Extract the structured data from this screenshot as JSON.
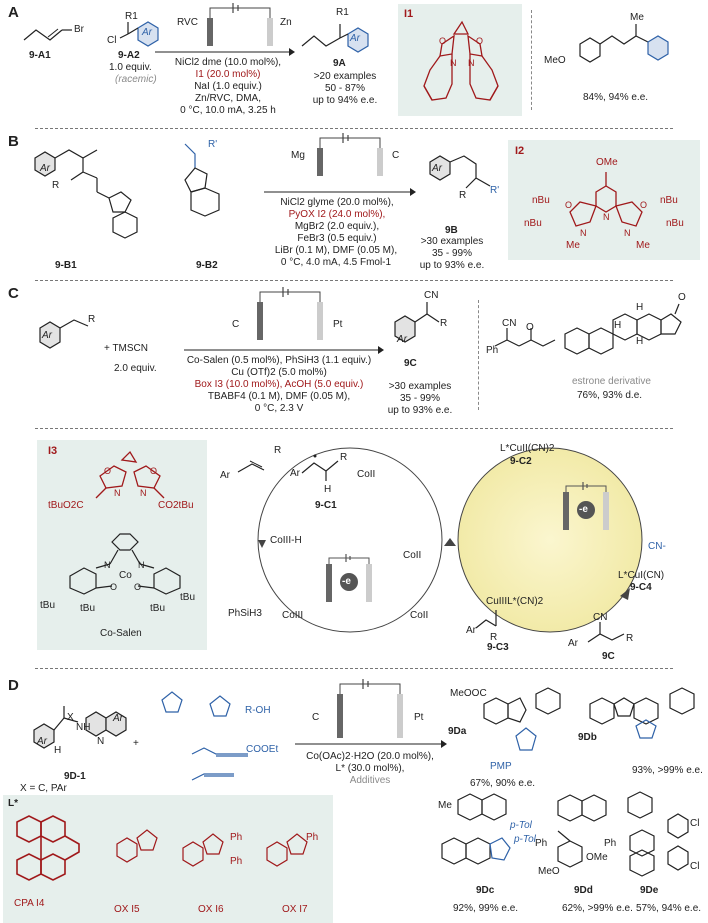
{
  "panels": {
    "a": "A",
    "b": "B",
    "c": "C",
    "d": "D"
  },
  "a": {
    "sm1_label": "9-A1",
    "sm2_label": "9-A2",
    "equiv": "1.0 equiv.",
    "racemic": "(racemic)",
    "anode": "RVC",
    "cathode": "Zn",
    "cond": [
      "NiCl2 dme (10.0 mol%),",
      "I1 (20.0 mol%)",
      "NaI (1.0 equiv.)",
      "Zn/RVC, DMA,",
      "0 °C, 10.0 mA, 3.25 h"
    ],
    "prod_label": "9A",
    "stats": [
      ">20 examples",
      "50 - 87%",
      "up to 94% e.e."
    ],
    "ligand_label": "I1",
    "example_result": "84%, 94% e.e.",
    "sm2_r": "R1",
    "sm2_cl": "Cl",
    "sm1_br": "Br",
    "prod_r": "R1",
    "ar": "Ar",
    "example_me": "Me",
    "example_meo": "MeO"
  },
  "b": {
    "sm1_label": "9-B1",
    "sm2_label": "9-B2",
    "anode": "Mg",
    "cathode": "C",
    "cond": [
      "NiCl2 glyme (20.0 mol%),",
      "PyOX I2 (24.0 mol%),",
      "MgBr2 (2.0 equiv.),",
      "FeBr3 (0.5 equiv.)",
      "LiBr (0.1 M), DMF (0.05 M),",
      "0 °C, 4.0 mA, 4.5 Fmol-1"
    ],
    "prod_label": "9B",
    "stats": [
      ">30 examples",
      "35 - 99%",
      "up to 93% e.e."
    ],
    "ligand_label": "I2",
    "ome": "OMe",
    "nbu": "nBu",
    "me": "Me",
    "r": "R",
    "rp": "R'",
    "ar": "Ar"
  },
  "c": {
    "reagent": "+ TMSCN",
    "equiv": "2.0 equiv.",
    "anode": "C",
    "cathode": "Pt",
    "r": "R",
    "cn": "CN",
    "ar": "Ar",
    "cond": [
      "Co-Salen (0.5 mol%), PhSiH3 (1.1 equiv.)",
      "Cu (OTf)2 (5.0 mol%)",
      "Box I3 (10.0 mol%), AcOH (5.0 equiv.)",
      "TBABF4 (0.1 M), DMF (0.05 M),",
      "0 °C, 2.3 V"
    ],
    "prod_label": "9C",
    "stats": [
      ">30 examples",
      "35 - 99%",
      "up to 93% e.e."
    ],
    "deriv_name": "estrone derivative",
    "deriv_result": "76%, 93% d.e.",
    "ph": "Ph",
    "h": "H",
    "o": "O"
  },
  "mech": {
    "ligand_label": "I3",
    "tbu_ester": "tBuO2C",
    "tbu_ester2": "CO2tBu",
    "salen_label": "Co-Salen",
    "tbu": "tBu",
    "c1": "9-C1",
    "c2": "9-C2",
    "c3": "9-C3",
    "c4": "9-C4",
    "c_prod": "9C",
    "coh": "CoIII-H",
    "phsih3": "PhSiH3",
    "co3": "CoIII",
    "co2a": "CoII",
    "co2b": "CoII",
    "co2c": "CoII",
    "cu2": "L*CuII(CN)2",
    "cu1": "L*CuI(CN)",
    "cu3": "CuIIIL*(CN)2",
    "cn_minus": "CN-",
    "e": "-e",
    "ar": "Ar",
    "r": "R",
    "cn": "CN"
  },
  "d": {
    "sm_label": "9D-1",
    "x_def": "X = C, PAr",
    "anode": "C",
    "cathode": "Pt",
    "cond": [
      "Co(OAc)2·H2O (20.0 mol%),",
      "L* (30.0 mol%),",
      "Additives"
    ],
    "lstar": "L*",
    "ligands": [
      "CPA I4",
      "OX I5",
      "OX I6",
      "OX I7"
    ],
    "products": [
      {
        "label": "9Da",
        "result": "67%, 90% e.e."
      },
      {
        "label": "9Db",
        "result": "93%, >99% e.e."
      },
      {
        "label": "9Dc",
        "result": "92%, 99% e.e."
      },
      {
        "label": "9Dd",
        "result": "62%, >99% e.e."
      },
      {
        "label": "9De",
        "result": "57%, 94% e.e."
      }
    ],
    "meooc": "MeOOC",
    "pmp": "PMP",
    "ptol": "p-Tol",
    "ph": "Ph",
    "cl": "Cl",
    "ome": "OMe",
    "meo": "MeO",
    "me": "Me",
    "nh": "NH",
    "coo_et": "COOEt",
    "roh": "R-OH",
    "x": "X",
    "n": "N",
    "h": "H",
    "ar": "Ar"
  }
}
